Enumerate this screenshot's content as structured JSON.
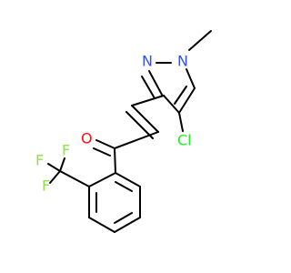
{
  "molecule": {
    "atoms": {
      "N_methyl": "N",
      "N_imine": "N",
      "O_carbonyl": "O",
      "Cl": "Cl",
      "F1": "F",
      "F2": "F",
      "F3": "F"
    },
    "colors": {
      "nitrogen": "#3050F8",
      "oxygen": "#FF0D0D",
      "chlorine": "#1FF01F",
      "fluorine": "#90E050",
      "bond": "#000000",
      "background": "#ffffff"
    }
  }
}
